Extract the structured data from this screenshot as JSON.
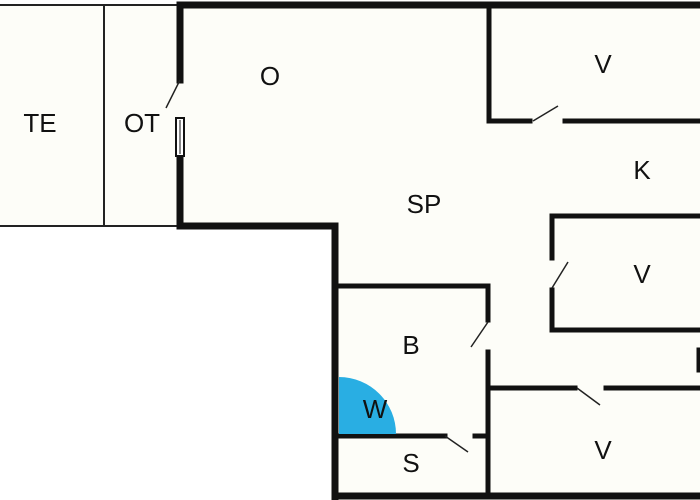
{
  "plan": {
    "colors": {
      "wall": "#111111",
      "thin_wall": "#222222",
      "floor": "#fdfdf8",
      "background": "#ffffff",
      "shower": "#29aee3"
    },
    "rooms": {
      "te": "TE",
      "ot": "OT",
      "o": "O",
      "sp": "SP",
      "k": "K",
      "v_top": "V",
      "v_mid": "V",
      "v_bottom": "V",
      "b": "B",
      "w": "W",
      "s": "S"
    }
  }
}
